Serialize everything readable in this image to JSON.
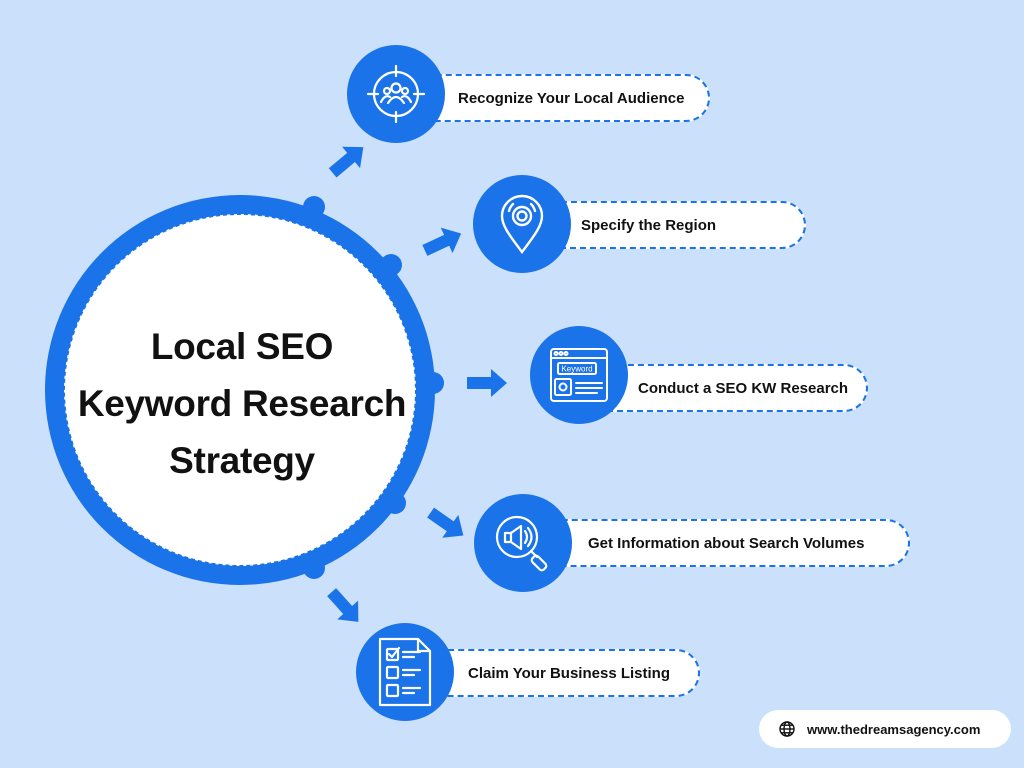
{
  "diagram": {
    "center": {
      "title_lines": [
        "Local SEO",
        "Keyword Research",
        "Strategy"
      ]
    },
    "steps": [
      {
        "label": "Recognize Your Local Audience",
        "icon": "target-audience-icon"
      },
      {
        "label": "Specify the Region",
        "icon": "location-pin-icon"
      },
      {
        "label": "Conduct a SEO KW Research",
        "icon": "keyword-browser-icon"
      },
      {
        "label": "Get Information about Search Volumes",
        "icon": "megaphone-search-icon"
      },
      {
        "label": "Claim Your Business Listing",
        "icon": "checklist-icon"
      }
    ]
  },
  "footer": {
    "website": "www.thedreamsagency.com",
    "icon": "globe-icon"
  },
  "colors": {
    "background": "#cbe0fa",
    "accent": "#1a73e8",
    "text": "#111111",
    "white": "#ffffff"
  }
}
